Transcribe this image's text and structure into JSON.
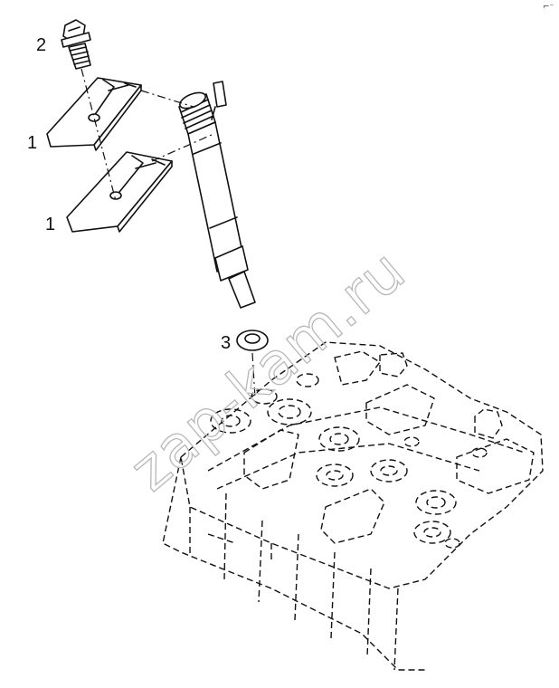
{
  "callouts": {
    "clamp_upper": "1",
    "clamp_lower": "1",
    "bolt": "2",
    "washer": "3"
  },
  "watermark": "zap-kam.ru",
  "corner_mark": "⌐⁻"
}
